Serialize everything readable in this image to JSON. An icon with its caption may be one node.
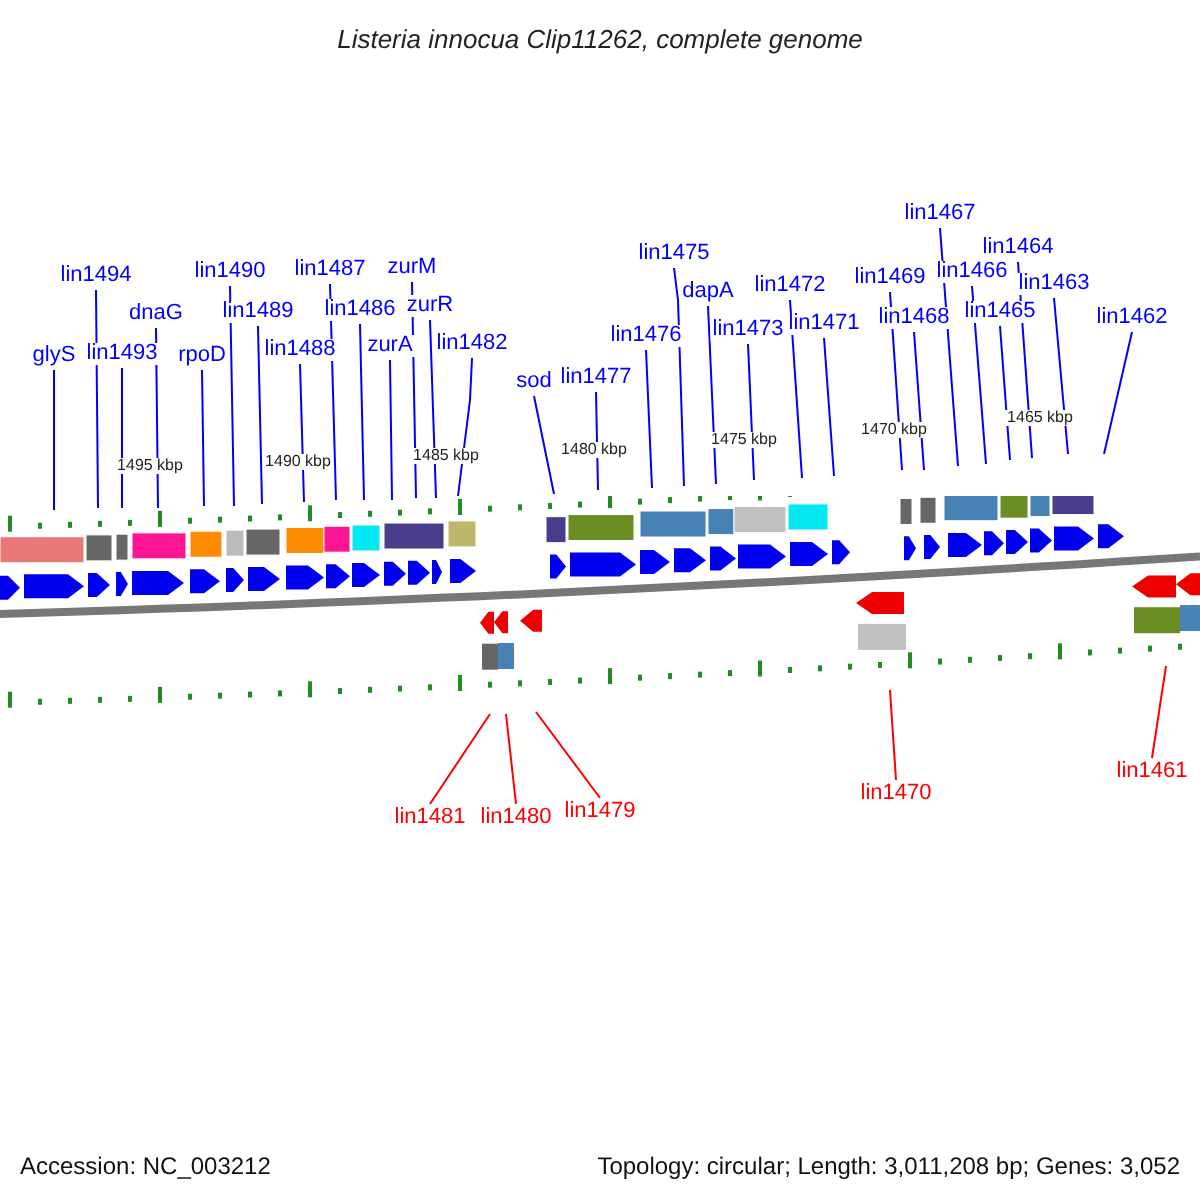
{
  "diagram": {
    "title": "Listeria innocua Clip11262, complete genome",
    "nodes": [
      {
        "text": [
          "glyS"
        ]
      },
      {
        "text": [
          "lin1494"
        ]
      },
      {
        "text": [
          "lin1493"
        ]
      },
      {
        "text": [
          "dnaG"
        ]
      },
      {
        "text": [
          "rpoD"
        ]
      },
      {
        "text": [
          "lin1490"
        ]
      },
      {
        "text": [
          "lin1489"
        ]
      },
      {
        "text": [
          "lin1488"
        ]
      },
      {
        "text": [
          "lin1487"
        ]
      },
      {
        "text": [
          "lin1486"
        ]
      },
      {
        "text": [
          "zurA"
        ]
      },
      {
        "text": [
          "zurM"
        ]
      },
      {
        "text": [
          "zurR"
        ]
      },
      {
        "text": [
          "lin1482"
        ]
      },
      {
        "text": [
          "sod"
        ]
      },
      {
        "text": [
          "lin1477"
        ]
      },
      {
        "text": [
          "lin1476"
        ]
      },
      {
        "text": [
          "lin1475"
        ]
      },
      {
        "text": [
          "dapA"
        ]
      },
      {
        "text": [
          "lin1473"
        ]
      },
      {
        "text": [
          "lin1472"
        ]
      },
      {
        "text": [
          "lin1471"
        ]
      },
      {
        "text": [
          "lin1469"
        ]
      },
      {
        "text": [
          "lin1468"
        ]
      },
      {
        "text": [
          "lin1467"
        ]
      },
      {
        "text": [
          "lin1466"
        ]
      },
      {
        "text": [
          "lin1465"
        ]
      },
      {
        "text": [
          "lin1464"
        ]
      },
      {
        "text": [
          "lin1463"
        ]
      },
      {
        "text": [
          "lin1462"
        ]
      },
      {
        "text": [
          "lin1481"
        ]
      },
      {
        "text": [
          "lin1480"
        ]
      },
      {
        "text": [
          "lin1479"
        ]
      },
      {
        "text": [
          "lin1470"
        ]
      },
      {
        "text": [
          "lin1461"
        ]
      }
    ],
    "edges": [
      {
        "from": 0,
        "to": null,
        "arrow": "none"
      },
      {
        "from": 1,
        "to": null,
        "arrow": "none"
      },
      {
        "from": 2,
        "to": null,
        "arrow": "none"
      },
      {
        "from": 3,
        "to": null,
        "arrow": "none"
      },
      {
        "from": 4,
        "to": null,
        "arrow": "none"
      },
      {
        "from": 5,
        "to": null,
        "arrow": "none"
      },
      {
        "from": 6,
        "to": null,
        "arrow": "none"
      },
      {
        "from": 7,
        "to": null,
        "arrow": "none"
      },
      {
        "from": 8,
        "to": null,
        "arrow": "none"
      },
      {
        "from": 9,
        "to": null,
        "arrow": "none"
      },
      {
        "from": 10,
        "to": null,
        "arrow": "none"
      },
      {
        "from": 11,
        "to": null,
        "arrow": "none"
      },
      {
        "from": 12,
        "to": null,
        "arrow": "none"
      },
      {
        "from": 13,
        "to": null,
        "arrow": "none"
      },
      {
        "from": 14,
        "to": null,
        "arrow": "none"
      },
      {
        "from": 15,
        "to": null,
        "arrow": "none"
      },
      {
        "from": 16,
        "to": null,
        "arrow": "none"
      },
      {
        "from": 17,
        "to": null,
        "arrow": "none"
      },
      {
        "from": 18,
        "to": null,
        "arrow": "none"
      },
      {
        "from": 19,
        "to": null,
        "arrow": "none"
      },
      {
        "from": 20,
        "to": null,
        "arrow": "none"
      },
      {
        "from": 21,
        "to": null,
        "arrow": "none"
      },
      {
        "from": 22,
        "to": null,
        "arrow": "none"
      },
      {
        "from": 23,
        "to": null,
        "arrow": "none"
      },
      {
        "from": 24,
        "to": null,
        "arrow": "none"
      },
      {
        "from": 25,
        "to": null,
        "arrow": "none"
      },
      {
        "from": 26,
        "to": null,
        "arrow": "none"
      },
      {
        "from": 27,
        "to": null,
        "arrow": "none"
      },
      {
        "from": 28,
        "to": null,
        "arrow": "none"
      },
      {
        "from": 29,
        "to": null,
        "arrow": "none"
      },
      {
        "from": 30,
        "to": null,
        "arrow": "none",
        "color": "#ff0000"
      },
      {
        "from": 31,
        "to": null,
        "arrow": "none",
        "color": "#ff0000"
      },
      {
        "from": 32,
        "to": null,
        "arrow": "none",
        "color": "#ff0000"
      },
      {
        "from": 33,
        "to": null,
        "arrow": "none",
        "color": "#ff0000"
      },
      {
        "from": 34,
        "to": null,
        "arrow": "none",
        "color": "#ff0000"
      }
    ],
    "labels": [
      "1495 kbp",
      "1490 kbp",
      "1485 kbp",
      "1480 kbp",
      "1475 kbp",
      "1470 kbp",
      "1465 kbp",
      "Accession: NC_003212",
      "Topology: circular; Length: 3,011,208 bp; Genes: 3,052"
    ]
  }
}
